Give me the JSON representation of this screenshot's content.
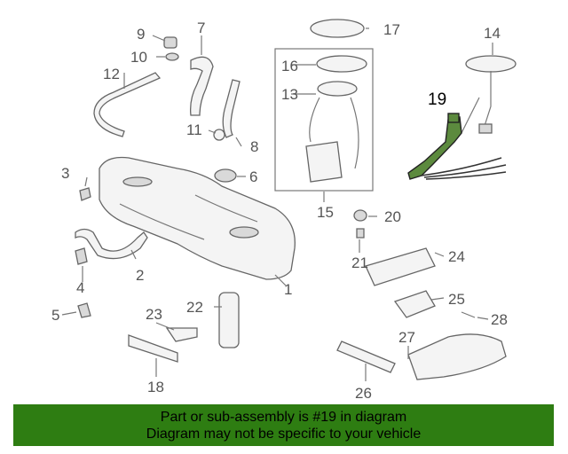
{
  "diagram": {
    "highlight_color": "#2e7d12",
    "callouts": {
      "c1": "1",
      "c2": "2",
      "c3": "3",
      "c4": "4",
      "c5": "5",
      "c6": "6",
      "c7": "7",
      "c8": "8",
      "c9": "9",
      "c10": "10",
      "c11": "11",
      "c12": "12",
      "c13": "13",
      "c14": "14",
      "c15": "15",
      "c16": "16",
      "c17": "17",
      "c18": "18",
      "c19": "19",
      "c20": "20",
      "c21": "21",
      "c22": "22",
      "c23": "23",
      "c24": "24",
      "c25": "25",
      "c26": "26",
      "c27": "27",
      "c28": "28"
    }
  },
  "banner": {
    "line1": "Part or sub-assembly is #19 in diagram",
    "line2": "Diagram may not be specific to your vehicle"
  }
}
